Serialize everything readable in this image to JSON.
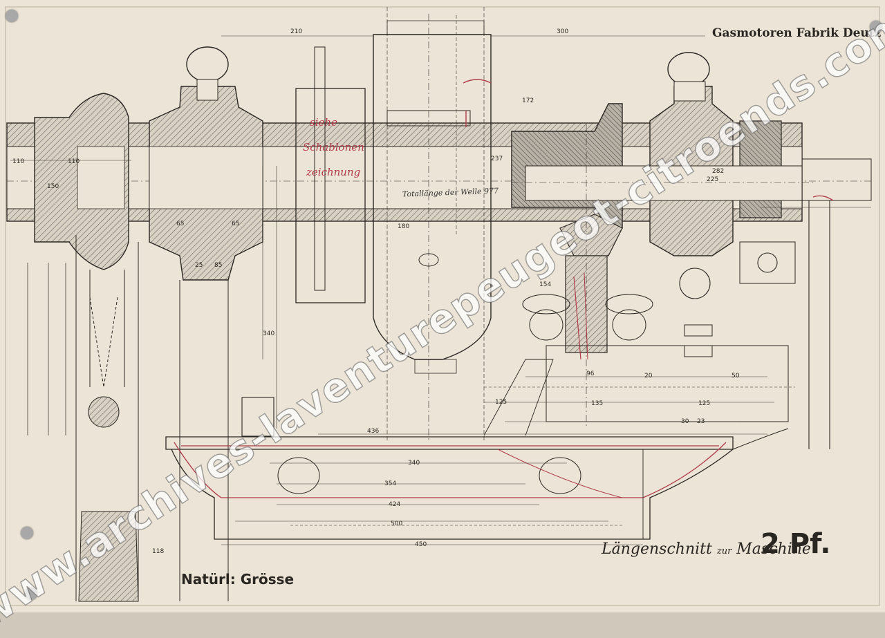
{
  "sheet": {
    "header": "Gasmotoren Fabrik Deutz",
    "scale": "Natürl: Grösse",
    "section_title": "Längenschnitt",
    "section_title_connector": "zur",
    "section_title_object": "Maschine",
    "sheet_number": "2 Pf.",
    "handwritten_notes": [
      "siehe",
      "Schablonen",
      "zeichnung"
    ],
    "total_length_note": "Totallänge der Welle 977"
  },
  "dimensions": [
    "110",
    "110",
    "300",
    "436",
    "340",
    "354",
    "424",
    "500",
    "450",
    "237",
    "125",
    "135",
    "96",
    "20",
    "30",
    "50",
    "23",
    "65",
    "25",
    "85",
    "118",
    "282",
    "225",
    "180",
    "150",
    "172",
    "340",
    "210"
  ],
  "watermark": "www.archives-laventurepeugeot-citroends.com",
  "colors": {
    "paper": "#ece4d6",
    "ink": "#2a2622",
    "red_ink": "#b03a4a",
    "hatch": "#6b6560"
  },
  "icons": [
    "pin-icon",
    "knob-icon"
  ]
}
